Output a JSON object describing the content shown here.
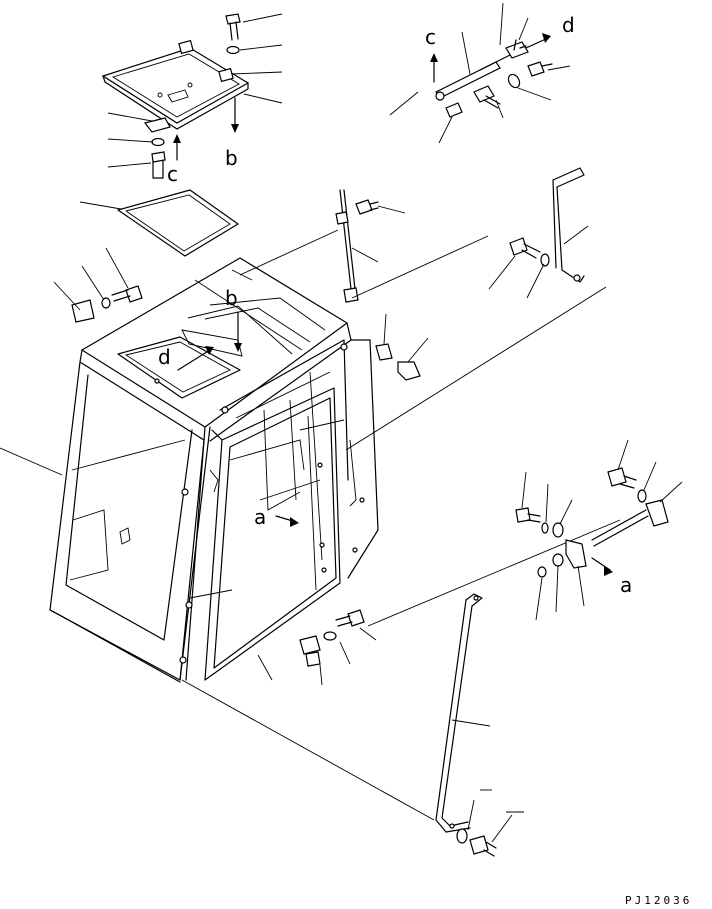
{
  "drawing_code": "PJ12036",
  "callout_letters": {
    "a_cab": "a",
    "a_latch": "a",
    "b_hatch": "b",
    "b_roof": "b",
    "c_hatch": "c",
    "c_stay": "c",
    "d_stay": "d",
    "d_roof": "d"
  },
  "parts": [
    "cab-frame",
    "door",
    "roof-hatch",
    "hatch-seal",
    "hatch-hinge",
    "hatch-bolt",
    "washer",
    "gas-spring-stay",
    "stay-rod",
    "door-stay-rod",
    "door-latch",
    "lock-knob",
    "bracket",
    "door-hold-rod",
    "rubber-stopper"
  ]
}
